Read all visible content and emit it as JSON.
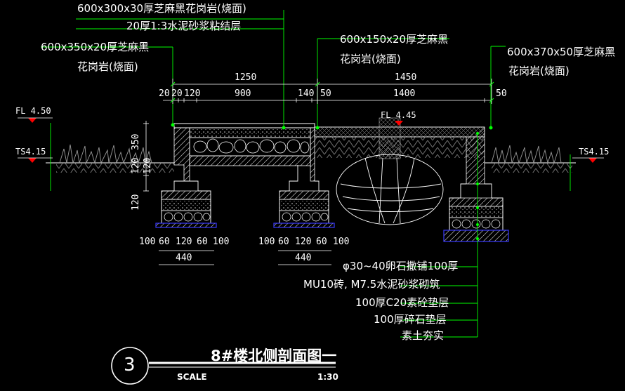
{
  "drawing": {
    "title": "8#楼北侧剖面图一",
    "number": "3",
    "scale_label": "SCALE",
    "scale_value": "1:30"
  },
  "callouts_top": {
    "top_paver": "600x300x30厚芝麻黑花岗岩(烧面)",
    "mortar": "20厚1:3水泥砂浆粘结层",
    "left_kerb_line1": "600x350x20厚芝麻黑",
    "left_kerb_line2": "花岗岩(烧面)",
    "mid_kerb_line1": "600x150x20厚芝麻黑",
    "mid_kerb_line2": "花岗岩(烧面)",
    "right_kerb_line1": "600x370x50厚芝麻黑",
    "right_kerb_line2": "花岗岩(烧面)"
  },
  "callouts_bottom": [
    "φ30~40卵石撒铺100厚",
    "MU10砖, M7.5水泥砂浆砌筑",
    "100厚C20素砼垫层",
    "100厚碎石垫层",
    "素土夯实"
  ],
  "levels": {
    "fl_left": "FL 4.50",
    "fl_mid": "FL 4.45",
    "ts_left": "TS4.15",
    "ts_right": "TS4.15"
  },
  "dimensions": {
    "overall_left": "1250",
    "overall_right": "1450",
    "seg_20a": "20",
    "seg_20b": "20",
    "seg_120": "120",
    "seg_900": "900",
    "seg_140": "140",
    "seg_50a": "50",
    "seg_1400": "1400",
    "seg_50b": "50",
    "v_350": "350",
    "v_120a": "120",
    "v_120b": "120",
    "v_120c": "120",
    "footing_left": [
      "100",
      "60",
      "120",
      "60",
      "100"
    ],
    "footing_left_total": "440",
    "footing_mid": [
      "100",
      "60",
      "120",
      "60",
      "100"
    ],
    "footing_mid_total": "440"
  },
  "colors": {
    "background": "#000000",
    "line_white": "#ffffff",
    "leader_green": "#00ff00",
    "hatch_blue": "#3a3aff",
    "marker_red": "#ff0000",
    "grass_gray": "#9a9a9a"
  }
}
